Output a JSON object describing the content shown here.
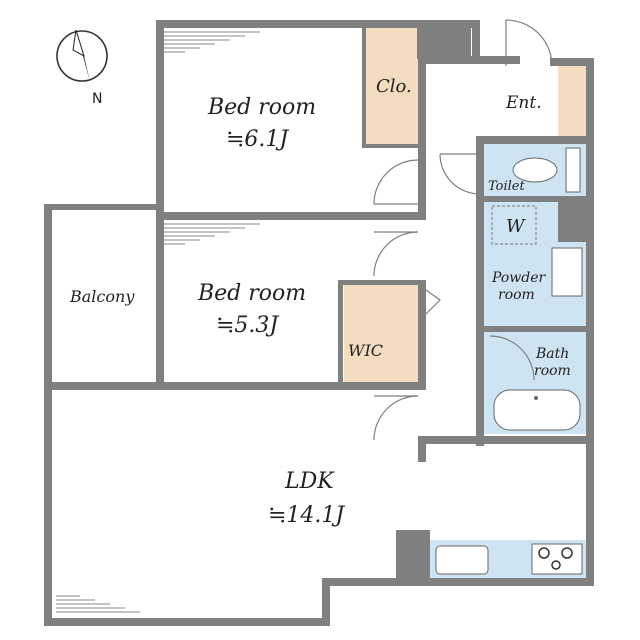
{
  "compass": {
    "label": "N"
  },
  "rooms": {
    "bedroom1": {
      "name": "Bed room",
      "size": "≒6.1J"
    },
    "closet": {
      "name": "Clo."
    },
    "entrance": {
      "name": "Ent."
    },
    "toilet": {
      "name": "Toilet"
    },
    "washer": {
      "name": "W"
    },
    "bedroom2": {
      "name": "Bed room",
      "size": "≒5.3J"
    },
    "balcony": {
      "name": "Balcony"
    },
    "wic": {
      "name": "WIC"
    },
    "powder": {
      "line1": "Powder",
      "line2": "room"
    },
    "bath": {
      "line1": "Bath",
      "line2": "room"
    },
    "ldk": {
      "name": "LDK",
      "size": "≒14.1J"
    }
  },
  "colors": {
    "wall": "#7f7f7f",
    "wet_area": "#cfe4f3",
    "storage": "#f3dcc0",
    "floor": "#ffffff"
  }
}
